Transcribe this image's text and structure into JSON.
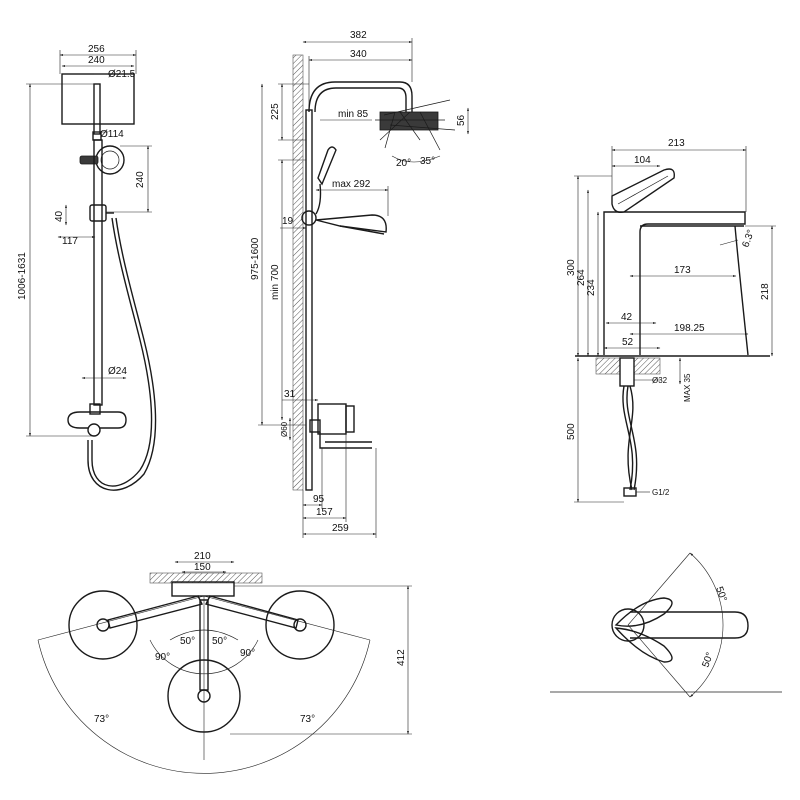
{
  "shower_front": {
    "d256": "256",
    "d240": "240",
    "d21_5": "Ø21.5",
    "d114": "Ø114",
    "d240v": "240",
    "d40": "40",
    "d117": "117",
    "d24": "Ø24",
    "d1006": "1006-1631"
  },
  "shower_side": {
    "d382": "382",
    "d340": "340",
    "d225": "225",
    "min85": "min 85",
    "d56": "56",
    "a20": "20°",
    "a35": "35°",
    "max292": "max 292",
    "d19": "19",
    "d975": "975-1600",
    "min700": "min 700",
    "d31": "31",
    "d60": "Ø60",
    "d95": "95",
    "d157": "157",
    "d259": "259"
  },
  "basin": {
    "d213": "213",
    "d104": "104",
    "a6_3": "6.3°",
    "d300": "300",
    "d264": "264",
    "d234": "234",
    "d173": "173",
    "d218": "218",
    "d42": "42",
    "d198": "198.25",
    "d52": "52",
    "d32": "Ø32",
    "max35": "MAX 35",
    "d500": "500",
    "g12": "G1/2"
  },
  "top_view": {
    "d210": "210",
    "d150": "150",
    "a50l": "50°",
    "a50r": "50°",
    "a90l": "90°",
    "a90r": "90°",
    "a73l": "73°",
    "a73r": "73°",
    "d412": "412"
  },
  "handle_view": {
    "a50t": "50°",
    "a50b": "50°"
  }
}
